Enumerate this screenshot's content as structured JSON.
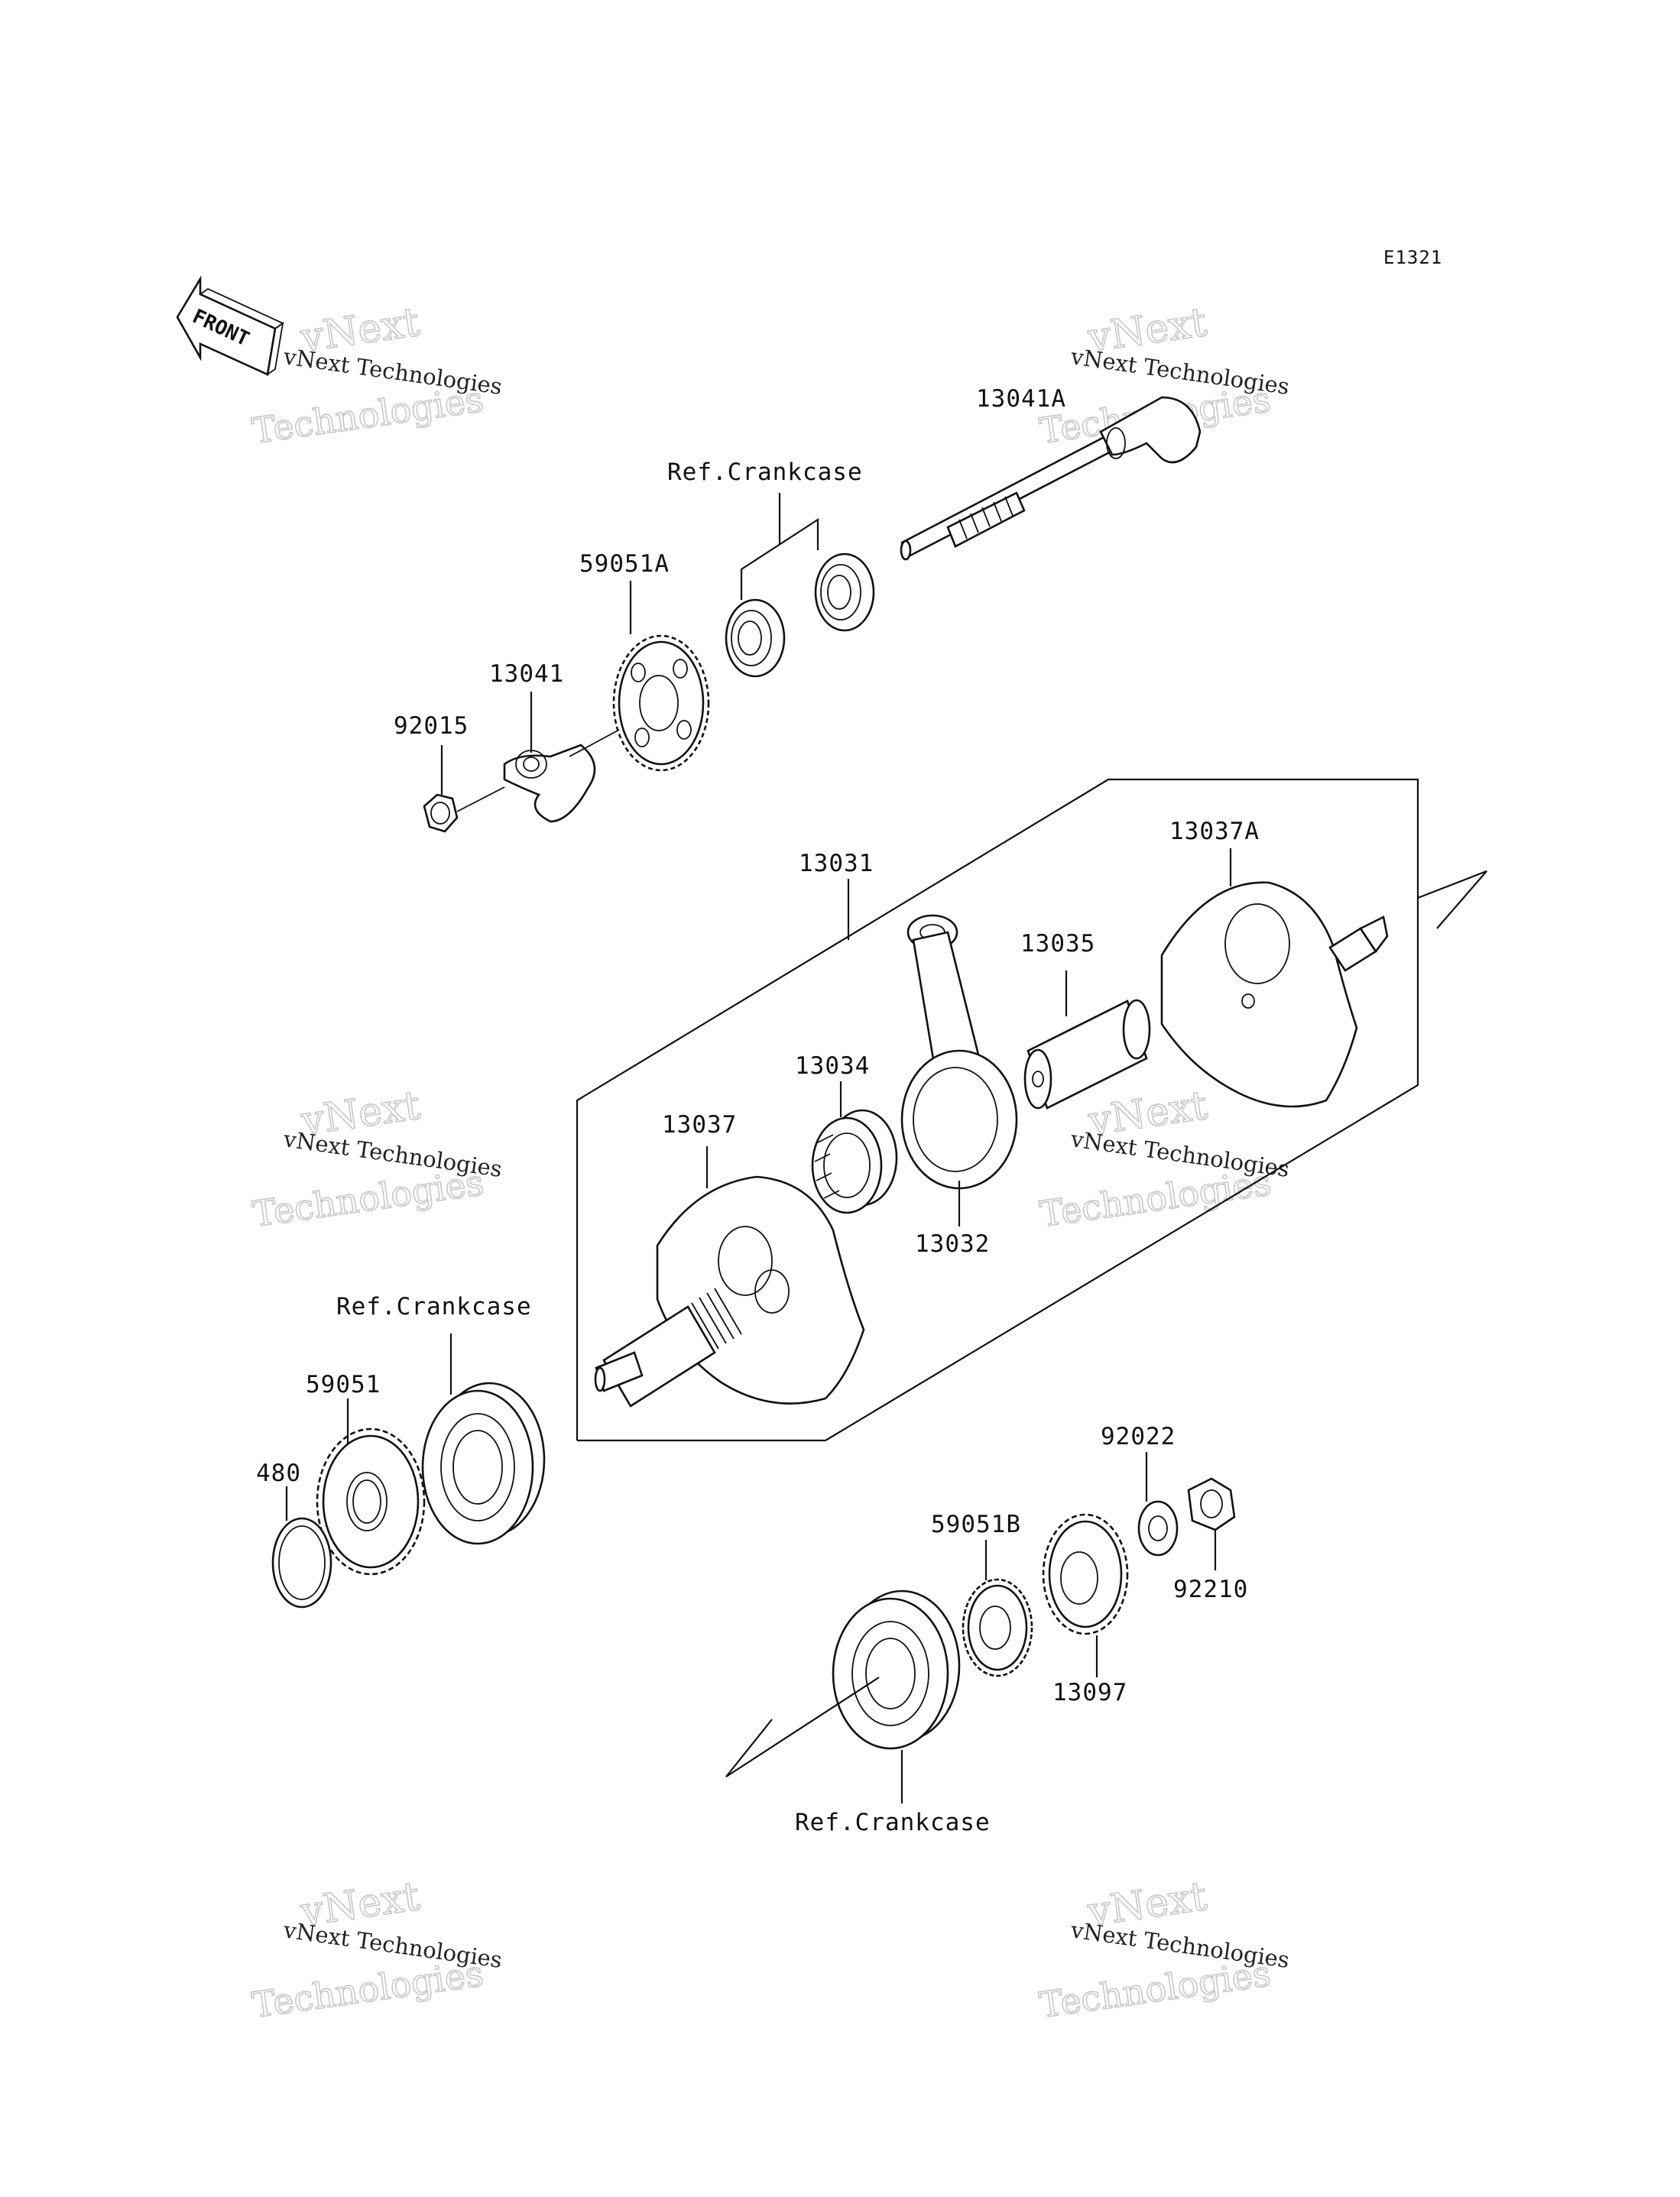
{
  "diagram": {
    "code": "E1321",
    "front_label": "FRONT",
    "labels": {
      "p13041A": "13041A",
      "refCrankcase1": "Ref.Crankcase",
      "p59051A": "59051A",
      "p13041": "13041",
      "p92015": "92015",
      "p13031": "13031",
      "p13037A": "13037A",
      "p13035": "13035",
      "p13034": "13034",
      "p13037": "13037",
      "p13032": "13032",
      "refCrankcase2": "Ref.Crankcase",
      "p59051": "59051",
      "p480": "480",
      "p92022": "92022",
      "p59051B": "59051B",
      "p92210": "92210",
      "p13097": "13097",
      "refCrankcase3": "Ref.Crankcase"
    }
  },
  "watermark": {
    "line1": "vNext",
    "line2": "vNext Technologies",
    "line3": "Technologies"
  }
}
